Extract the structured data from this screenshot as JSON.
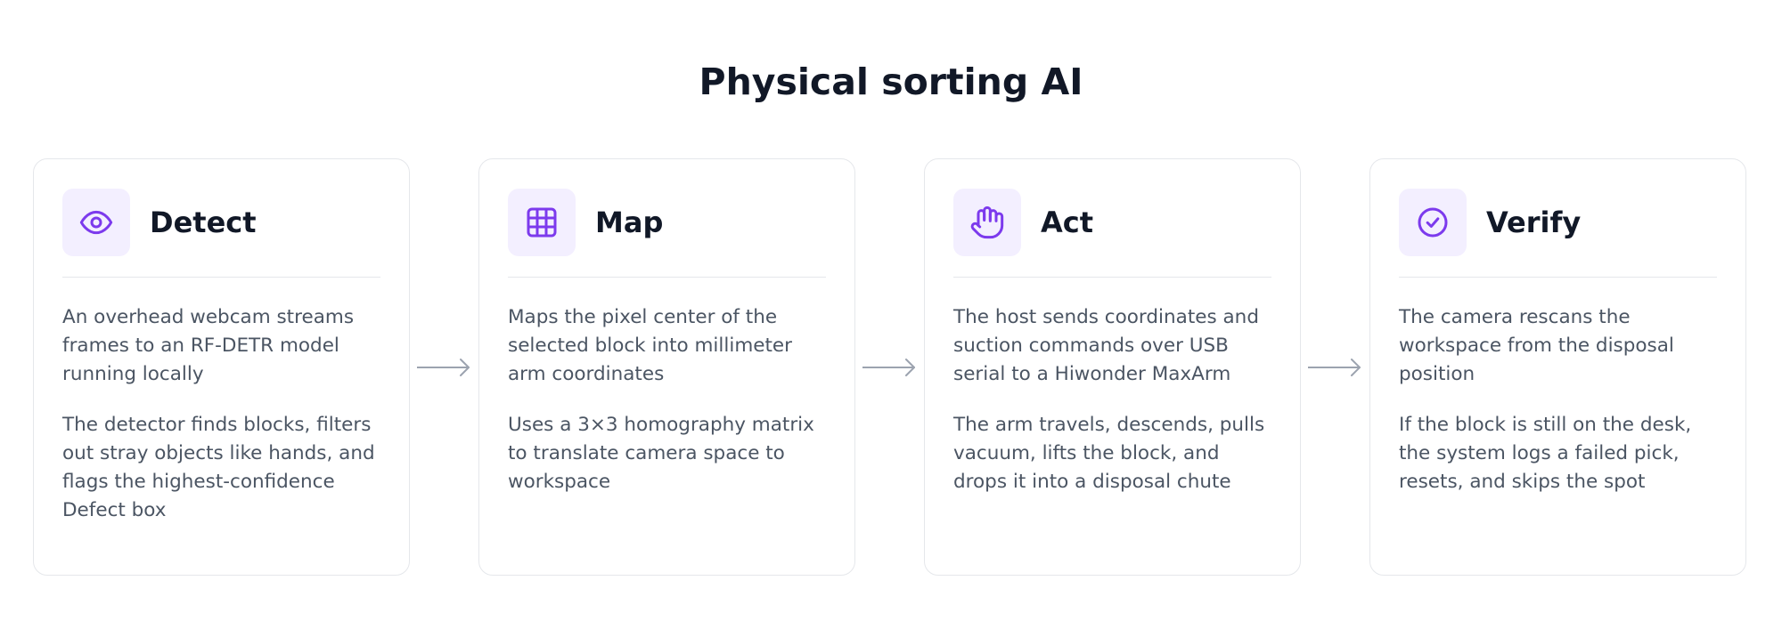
{
  "title": "Physical sorting AI",
  "colors": {
    "accent": "#7c3aed",
    "icon_bg": "#f3efff",
    "border": "#e5e7eb",
    "body_text": "#4b5563",
    "heading": "#111827",
    "arrow": "#9ca3af"
  },
  "steps": [
    {
      "title": "Detect",
      "icon": "eye-icon",
      "paragraphs": [
        "An overhead webcam streams frames to an RF-DETR model running locally",
        "The detector finds blocks, filters out stray objects like hands, and flags the highest-confidence Defect box"
      ]
    },
    {
      "title": "Map",
      "icon": "grid-icon",
      "paragraphs": [
        "Maps the pixel center of the selected block into millimeter arm coordinates",
        "Uses a 3×3 homography matrix to translate camera space to workspace"
      ]
    },
    {
      "title": "Act",
      "icon": "hand-icon",
      "paragraphs": [
        "The host sends coordinates and suction commands over USB serial to a Hiwonder MaxArm",
        "The arm travels, descends, pulls vacuum, lifts the block, and drops it into a disposal chute"
      ]
    },
    {
      "title": "Verify",
      "icon": "check-circle-icon",
      "paragraphs": [
        "The camera rescans the workspace from the disposal position",
        "If the block is still on the desk, the system logs a failed pick, resets, and skips the spot"
      ]
    }
  ]
}
